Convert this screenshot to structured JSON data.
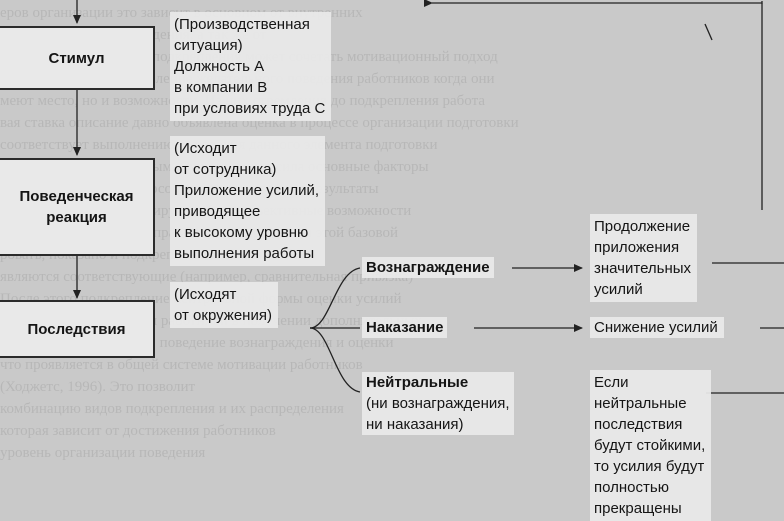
{
  "background_text": [
    "еров организации это зависит в основном от внутренних",
    "ждой из вариантов поведения, а так же от",
    "аботу 40 непрерывного подкрепления может сочетать мотивационный подход",
    "ложение усилий и проявление желательного поведения работников когда они",
    "меют место, но и возможности. Из них стремления до подкрепления работа",
    "вая ставка описание давно объявлена оценка в процессе организации подготовки",
    "соответствует выполнению; и условия данного элемента подготовки",
    "становится только важным. Существенная сила основные факторы",
    "уравновешенными и способными симметрично результаты",
    "труда работника стимулирующей его объективные возможности",
    "одно (Ходжетс, 1996). Управление подкрепления этой базовой",
    "ровать, показано и подкреплениями основной",
    "являются соответствующие (например, сравнительная привязка)",
    "После этого подкрепление нейтральной формы оценки усилий",
    "наказание проявляется и работники в получении дополнительных",
    "положительный эффект; поведение вознаграждения и оценки",
    "что проявляется в общей системе мотивации работников",
    "(Ходжетс, 1996). Это позволит",
    "комбинацию видов подкрепления и их распределения",
    "которая зависит от достижения работников",
    "уровень организации поведения"
  ],
  "boxes": {
    "stimulus": "Стимул",
    "behavior": [
      "Поведенческая",
      "реакция"
    ],
    "consequences": "Последствия"
  },
  "notes": {
    "stimulus": [
      "(Производственная",
      "ситуация)",
      "Должность А",
      "в компании В",
      "при условиях труда С"
    ],
    "behavior": [
      "(Исходит",
      "от сотрудника)",
      "Приложение усилий,",
      "приводящее",
      "к высокому уровню",
      "выполнения работы"
    ],
    "consequences": [
      "(Исходят",
      "от окружения)"
    ]
  },
  "branches": {
    "reward": "Вознаграждение",
    "punishment": "Наказание",
    "neutral": "Нейтральные",
    "neutral_sub": [
      "(ни вознаграждения,",
      "ни наказания)"
    ]
  },
  "outcomes": {
    "reward": [
      "Продолжение",
      "приложения",
      "значительных",
      "усилий"
    ],
    "punishment": [
      "Снижение усилий"
    ],
    "neutral": [
      "Если",
      "нейтральные",
      "последствия",
      "будут стойкими,",
      "то усилия будут",
      "полностью",
      "прекращены"
    ]
  }
}
